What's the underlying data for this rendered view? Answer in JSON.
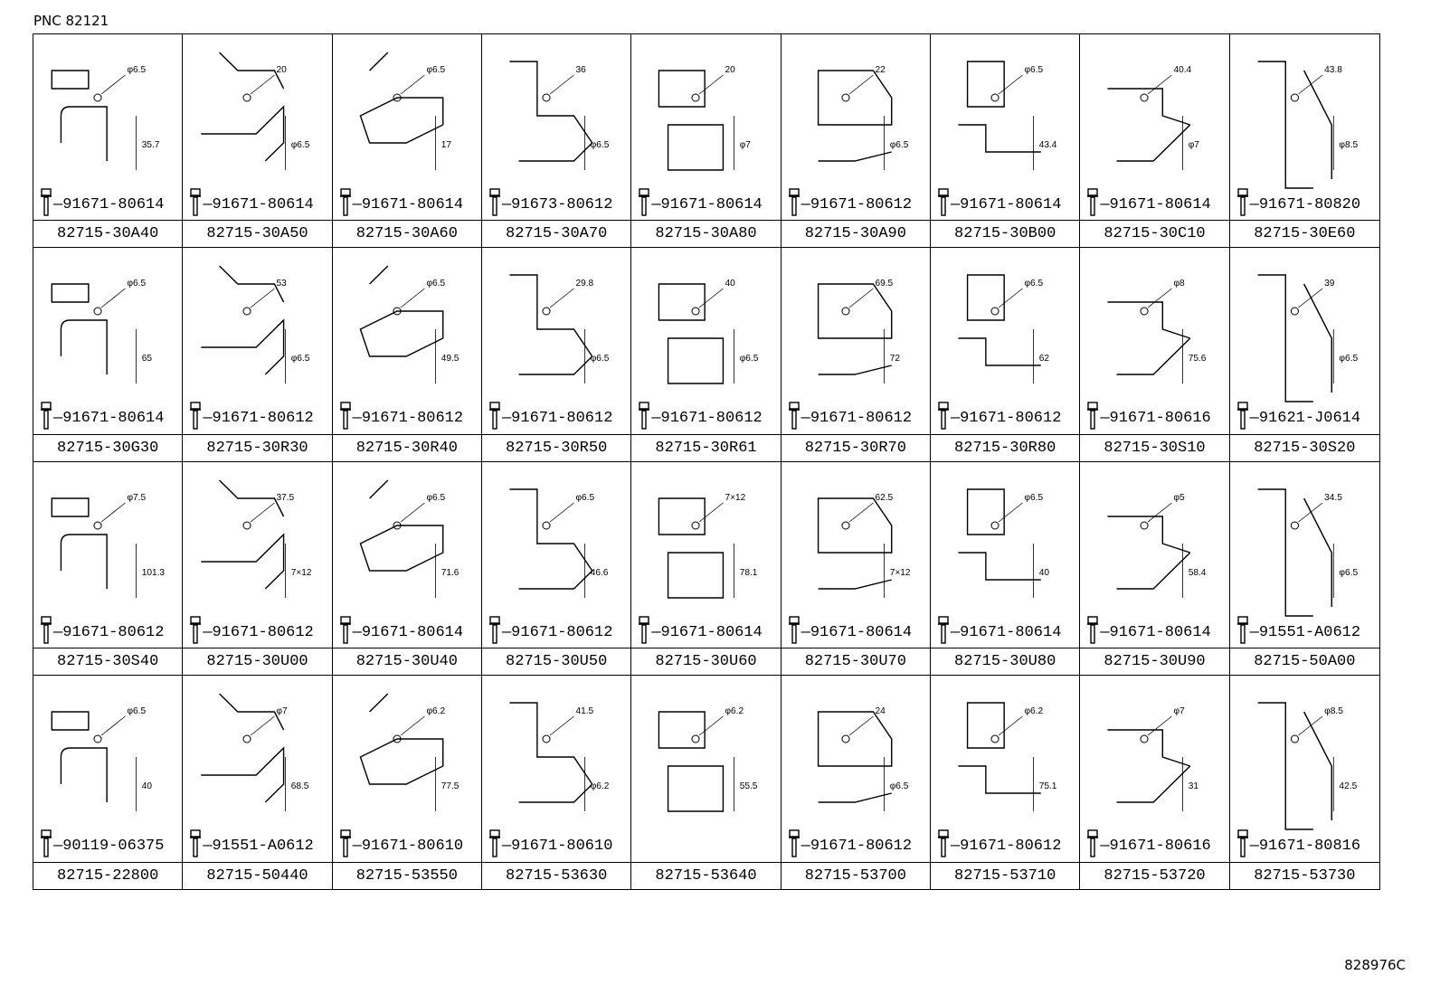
{
  "header": {
    "pnc": "PNC 82121"
  },
  "footer": {
    "ref": "828976C"
  },
  "cells": [
    {
      "part": "82715-30A40",
      "bolt": "91671-80614",
      "dims": [
        "φ6.5",
        "35.7"
      ]
    },
    {
      "part": "82715-30A50",
      "bolt": "91671-80614",
      "dims": [
        "20",
        "φ6.5"
      ]
    },
    {
      "part": "82715-30A60",
      "bolt": "91671-80614",
      "dims": [
        "φ6.5",
        "17"
      ]
    },
    {
      "part": "82715-30A70",
      "bolt": "91673-80612",
      "dims": [
        "36",
        "φ6.5"
      ]
    },
    {
      "part": "82715-30A80",
      "bolt": "91671-80614",
      "dims": [
        "20",
        "φ7"
      ]
    },
    {
      "part": "82715-30A90",
      "bolt": "91671-80612",
      "dims": [
        "22",
        "φ6.5"
      ]
    },
    {
      "part": "82715-30B00",
      "bolt": "91671-80614",
      "dims": [
        "φ6.5",
        "43.4"
      ]
    },
    {
      "part": "82715-30C10",
      "bolt": "91671-80614",
      "dims": [
        "40.4",
        "φ7"
      ]
    },
    {
      "part": "82715-30E60",
      "bolt": "91671-80820",
      "dims": [
        "43.8",
        "φ8.5"
      ]
    },
    {
      "part": "82715-30G30",
      "bolt": "91671-80614",
      "dims": [
        "φ6.5",
        "65"
      ]
    },
    {
      "part": "82715-30R30",
      "bolt": "91671-80612",
      "dims": [
        "53",
        "φ6.5"
      ]
    },
    {
      "part": "82715-30R40",
      "bolt": "91671-80612",
      "dims": [
        "φ6.5",
        "49.5"
      ]
    },
    {
      "part": "82715-30R50",
      "bolt": "91671-80612",
      "dims": [
        "29.8",
        "φ6.5"
      ]
    },
    {
      "part": "82715-30R61",
      "bolt": "91671-80612",
      "dims": [
        "40",
        "φ6.5"
      ]
    },
    {
      "part": "82715-30R70",
      "bolt": "91671-80612",
      "dims": [
        "69.5",
        "72"
      ]
    },
    {
      "part": "82715-30R80",
      "bolt": "91671-80612",
      "dims": [
        "φ6.5",
        "62"
      ]
    },
    {
      "part": "82715-30S10",
      "bolt": "91671-80616",
      "dims": [
        "φ8",
        "75.6"
      ]
    },
    {
      "part": "82715-30S20",
      "bolt": "91621-J0614",
      "dims": [
        "39",
        "φ6.5"
      ]
    },
    {
      "part": "82715-30S40",
      "bolt": "91671-80612",
      "dims": [
        "φ7.5",
        "101.3"
      ]
    },
    {
      "part": "82715-30U00",
      "bolt": "91671-80612",
      "dims": [
        "37.5",
        "7×12"
      ]
    },
    {
      "part": "82715-30U40",
      "bolt": "91671-80614",
      "dims": [
        "φ6.5",
        "71.6"
      ]
    },
    {
      "part": "82715-30U50",
      "bolt": "91671-80612",
      "dims": [
        "φ6.5",
        "46.6"
      ]
    },
    {
      "part": "82715-30U60",
      "bolt": "91671-80614",
      "dims": [
        "7×12",
        "78.1"
      ]
    },
    {
      "part": "82715-30U70",
      "bolt": "91671-80614",
      "dims": [
        "62.5",
        "7×12"
      ]
    },
    {
      "part": "82715-30U80",
      "bolt": "91671-80614",
      "dims": [
        "φ6.5",
        "40"
      ]
    },
    {
      "part": "82715-30U90",
      "bolt": "91671-80614",
      "dims": [
        "φ5",
        "58.4"
      ]
    },
    {
      "part": "82715-50A00",
      "bolt": "91551-A0612",
      "dims": [
        "34.5",
        "φ6.5"
      ]
    },
    {
      "part": "82715-22800",
      "bolt": "90119-06375",
      "dims": [
        "φ6.5",
        "40"
      ]
    },
    {
      "part": "82715-50440",
      "bolt": "91551-A0612",
      "dims": [
        "φ7",
        "68.5"
      ]
    },
    {
      "part": "82715-53550",
      "bolt": "91671-80610",
      "dims": [
        "φ6.2",
        "77.5"
      ]
    },
    {
      "part": "82715-53630",
      "bolt": "91671-80610",
      "dims": [
        "41.5",
        "φ6.2"
      ]
    },
    {
      "part": "82715-53640",
      "bolt": "",
      "dims": [
        "φ6.2",
        "55.5"
      ]
    },
    {
      "part": "82715-53700",
      "bolt": "91671-80612",
      "dims": [
        "24",
        "φ6.5"
      ]
    },
    {
      "part": "82715-53710",
      "bolt": "91671-80612",
      "dims": [
        "φ6.2",
        "75.1"
      ]
    },
    {
      "part": "82715-53720",
      "bolt": "91671-80616",
      "dims": [
        "φ7",
        "31"
      ]
    },
    {
      "part": "82715-53730",
      "bolt": "91671-80816",
      "dims": [
        "φ8.5",
        "42.5"
      ]
    }
  ]
}
